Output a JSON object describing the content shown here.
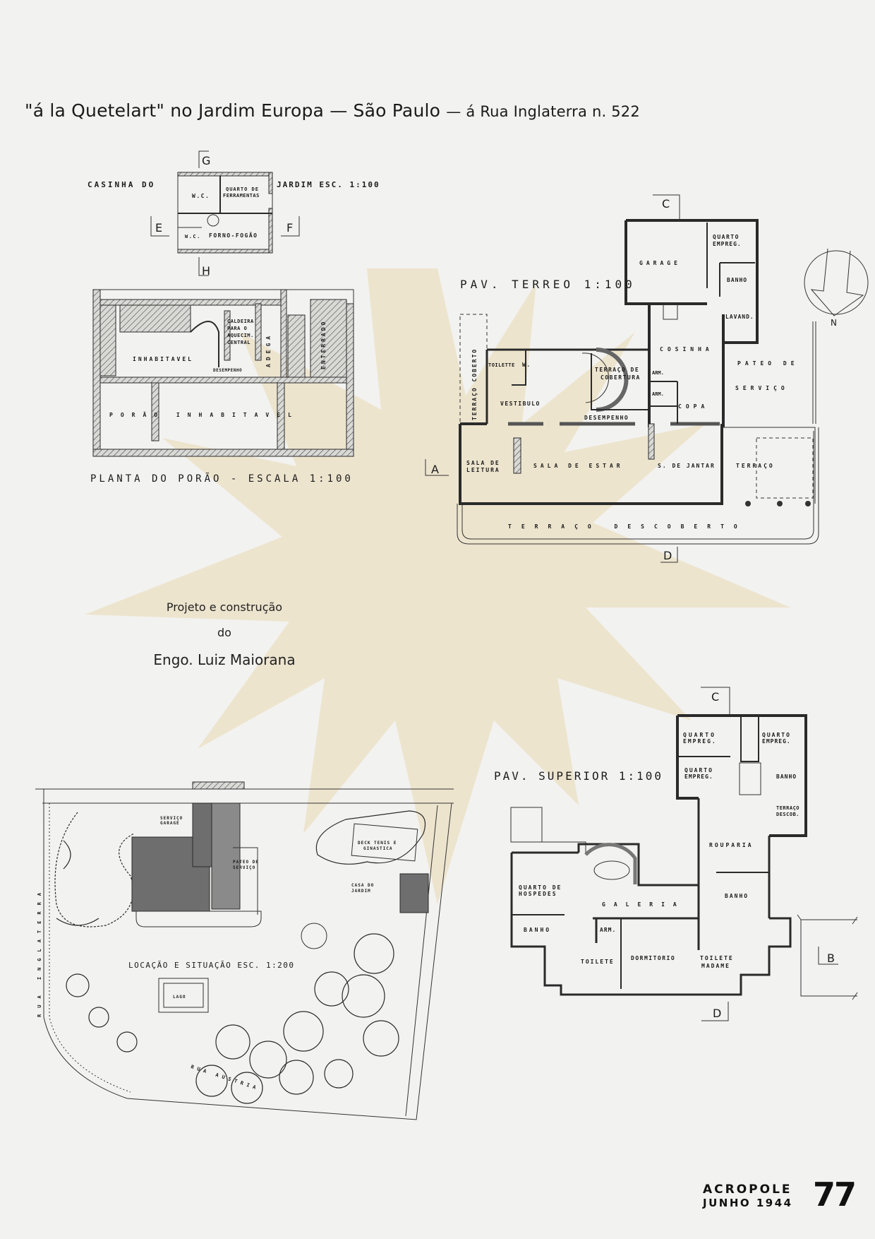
{
  "title": {
    "main": "\"á la Quetelart\" no Jardim Europa — São Paulo",
    "sub": "— á Rua Inglaterra n. 522"
  },
  "casinha": {
    "label_left": "CASINHA DO",
    "label_right": "JARDIM ESC. 1:100",
    "rooms": {
      "wc1": "W.C.",
      "quarto": "QUARTO DE",
      "ferramentas": "FERRAMENTAS",
      "wc2": "W.C.",
      "forno": "FORNO-FOGÃO"
    },
    "marks": {
      "g": "G",
      "e": "E",
      "f": "F",
      "h": "H"
    }
  },
  "porao": {
    "caption": "PLANTA DO PORÃO - ESCALA 1:100",
    "rooms": {
      "inhabitavel": "INHABITAVEL",
      "caldeira1": "CALDEIRA",
      "caldeira2": "PARA O",
      "caldeira3": "AQUECIM.",
      "caldeira4": "CENTRAL",
      "adega": "ADEGA",
      "enterrado": "ENTERRADO",
      "desempenho": "DESEMPENHO",
      "porao": "PORÃO  INHABITAVEL"
    }
  },
  "terreo": {
    "caption": "PAV. TERREO 1:100",
    "rooms": {
      "garage": "GARAGE",
      "quarto1": "QUARTO",
      "quarto2": "EMPREG.",
      "banho": "BANHO",
      "lavand": "LAVAND.",
      "cosinha": "COSINHA",
      "pateo1": "PATEO DE",
      "pateo2": "SERVIÇO",
      "terraco_cob1": "TERRAÇO DE",
      "terraco_cob2": "COBERTURA",
      "toilette": "TOILETTE",
      "wc": "W.",
      "vestibulo": "VESTIBULO",
      "desempenho": "DESEMPENHO",
      "arm1": "ARM.",
      "arm2": "ARM.",
      "copa": "COPA",
      "leitura1": "SALA DE",
      "leitura2": "LEITURA",
      "estar": "SALA DE ESTAR",
      "jantar": "S. DE JANTAR",
      "terraco": "TERRAÇO",
      "terraco_coberto": "TERRAÇO COBERTO",
      "terraco_desc": "TERRAÇO DESCOBERTO"
    },
    "marks": {
      "a": "A",
      "c": "C",
      "d": "D",
      "n": "N"
    }
  },
  "credit": {
    "line1": "Projeto e construção",
    "line2": "do",
    "line3": "Engo. Luiz Maiorana"
  },
  "superior": {
    "caption": "PAV. SUPERIOR 1:100",
    "rooms": {
      "qe1a": "QUARTO",
      "qe1b": "EMPREG.",
      "qe2a": "QUARTO",
      "qe2b": "EMPREG.",
      "qe3a": "QUARTO",
      "qe3b": "EMPREG.",
      "banho_s": "BANHO",
      "terr1": "TERRAÇO",
      "terr2": "DESCOB.",
      "rouparia": "ROUPARIA",
      "hosp1": "QUARTO DE",
      "hosp2": "HOSPEDES",
      "galeria": "GALERIA",
      "banho1": "BANHO",
      "banho2": "BANHO",
      "arm": "ARM.",
      "toilete": "TOILETE",
      "dormitorio": "DORMITORIO",
      "madame1": "TOILETE",
      "madame2": "MADAME"
    },
    "marks": {
      "b": "B",
      "c": "C",
      "d": "D"
    }
  },
  "site": {
    "caption": "LOCAÇÃO E SITUAÇÃO ESC. 1:200",
    "labels": {
      "servico": "SERVIÇO",
      "garage": "GARAGE",
      "pateo1": "PATEO DE",
      "pateo2": "SERVIÇO",
      "deck1": "DECK TENIS E",
      "deck2": "GINASTICA",
      "casa1": "CASA DO",
      "casa2": "JARDIM",
      "lago": "LAGO",
      "rua_inglaterra": "RUA INGLATERRA",
      "rua_austria": "RUA AUSTRIA"
    }
  },
  "footer": {
    "magazine": "ACROPOLE",
    "date": "JUNHO 1944",
    "page": "77"
  },
  "colors": {
    "paper": "#f2f2f0",
    "watermark": "#ece2c8",
    "ink": "#1b1b1b"
  }
}
